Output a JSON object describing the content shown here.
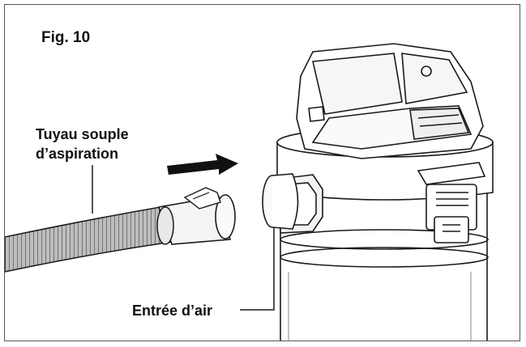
{
  "figure": {
    "title": "Fig. 10"
  },
  "callouts": {
    "hose_line1": "Tuyau souple",
    "hose_line2": "d’aspiration",
    "inlet": "Entrée d’air"
  },
  "colors": {
    "line": "#1a1a1a",
    "hose_shade": "#9a9a9a",
    "frame": "#555555",
    "arrow": "#111111"
  }
}
